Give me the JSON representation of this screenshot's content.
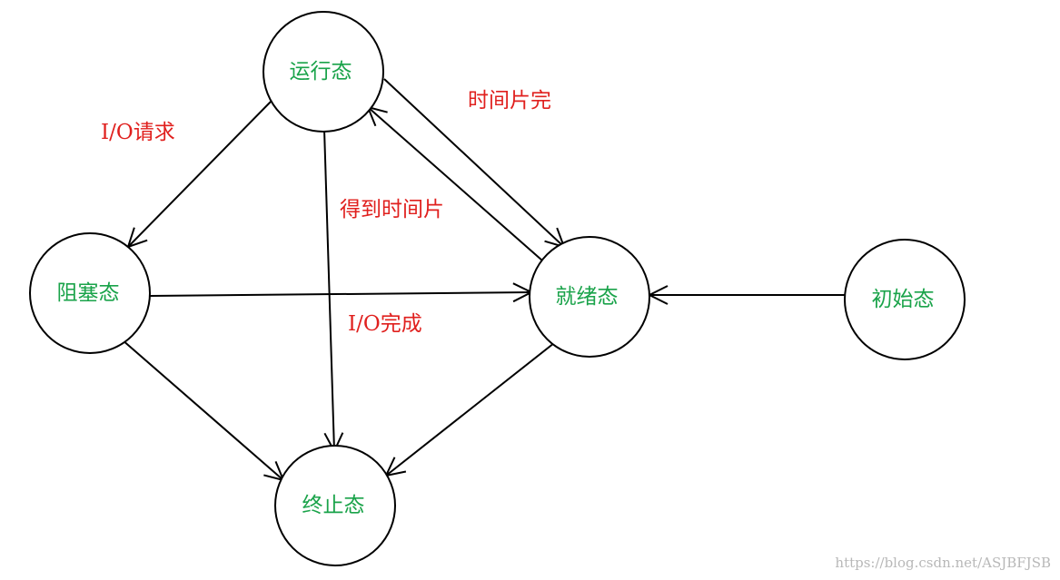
{
  "colors": {
    "node_text": "#1aa34a",
    "edge_label": "#e0201e",
    "stroke": "#000000",
    "watermark": "#b8b8b8"
  },
  "nodes": {
    "running": "运行态",
    "blocked": "阻塞态",
    "ready": "就绪态",
    "initial": "初始态",
    "terminated": "终止态"
  },
  "edge_labels": {
    "io_request": "I/O请求",
    "timeslice_done": "时间片完",
    "get_timeslice": "得到时间片",
    "io_complete": "I/O完成"
  },
  "watermark": "https://blog.csdn.net/ASJBFJSB"
}
